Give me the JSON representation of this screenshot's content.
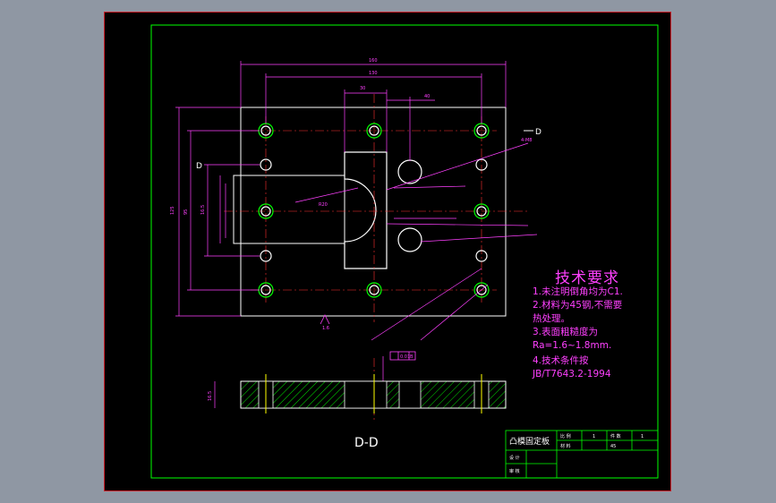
{
  "colors": {
    "background": "#000000",
    "window_bg": "#8f97a3",
    "frame_red": "#c8202a",
    "frame_green": "#00ff00",
    "dimension_magenta": "#ff40ff",
    "part_outline": "#ffffff",
    "centerline_red": "#ff3030",
    "hatch_green": "#00e000",
    "bore_yellow": "#ffff00"
  },
  "view_label_top": "D",
  "section_arrow_label": "D",
  "section_title": "D-D",
  "surface_finish_label": "1.6",
  "tolerance_frame": [
    "0.01",
    "B"
  ],
  "technical_requirements": {
    "title": "技术要求",
    "items": [
      "1.未注明倒角均为C1.",
      "2.材料为45钢,不需要",
      "热处理。",
      "3.表面粗糙度为",
      "Ra=1.6~1.8mm.",
      "4.技术条件按",
      "JB/T7643.2-1994"
    ]
  },
  "title_block": {
    "part_name": "凸模固定板",
    "row_labels": [
      "设 计",
      "审 核",
      "比 例"
    ],
    "cells": [
      "比 例",
      "1",
      "件 数",
      "1",
      "材 料",
      "45"
    ]
  },
  "dimensions": {
    "overall_width": "160",
    "hole_spacing_x": "130",
    "slot_width": "30",
    "pocket_width": "40",
    "overall_height": "125",
    "hole_spacing_y": "95",
    "thickness": "16.5",
    "radius_note": "R20",
    "thread_note": "4-M8"
  }
}
